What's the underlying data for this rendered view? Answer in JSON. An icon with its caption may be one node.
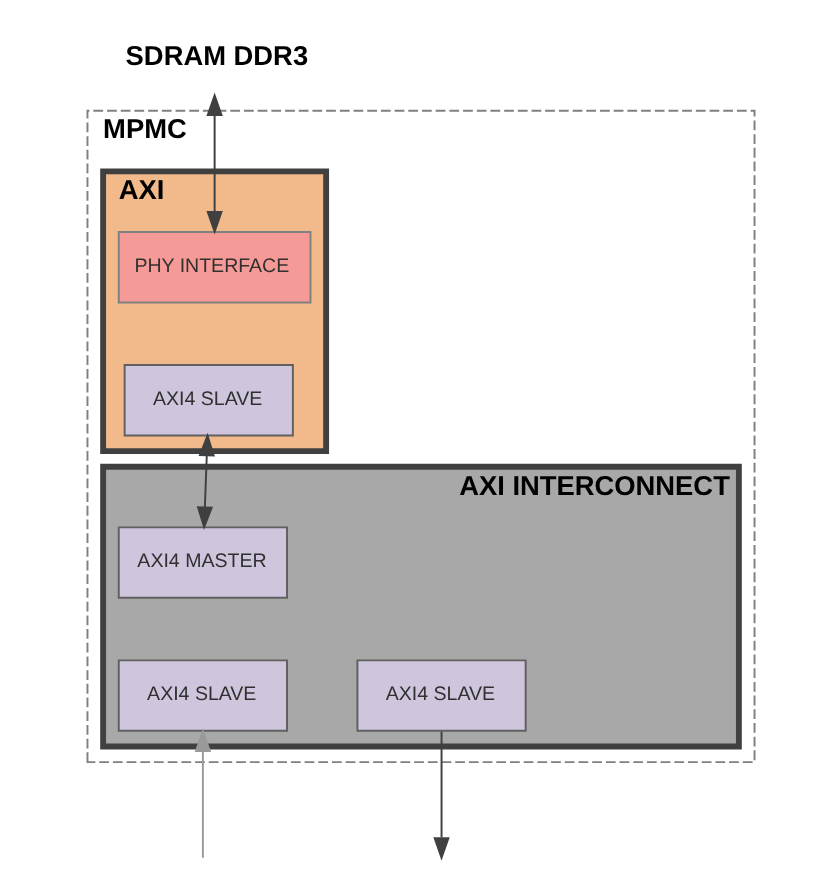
{
  "diagram": {
    "nodes": [
      {
        "text": [
          "SDRAM DDR3"
        ]
      },
      {
        "text": [
          "MPMC"
        ]
      },
      {
        "text": [
          "AXI"
        ],
        "in": 1
      },
      {
        "text": [
          "PHY INTERFACE"
        ],
        "in": 2
      },
      {
        "text": [
          "AXI4 SLAVE"
        ],
        "in": 2
      },
      {
        "text": [
          "AXI INTERCONNECT"
        ],
        "in": 1
      },
      {
        "text": [
          "AXI4 MASTER"
        ],
        "in": 5
      },
      {
        "text": [
          "AXI4 SLAVE"
        ],
        "in": 5
      },
      {
        "text": [
          "AXI4 SLAVE"
        ],
        "in": 5
      }
    ],
    "edges": [
      {
        "from": 0,
        "to": 3,
        "arrow": "both"
      },
      {
        "from": 4,
        "to": 6,
        "arrow": "both"
      },
      {
        "from": null,
        "to": 7,
        "arrow": "to",
        "color": "#999999"
      },
      {
        "from": 8,
        "to": null,
        "arrow": "to"
      }
    ]
  }
}
